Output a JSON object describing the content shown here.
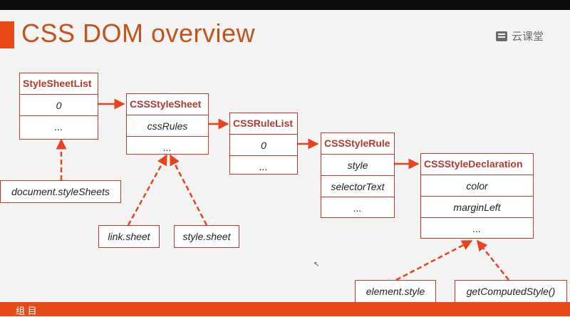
{
  "slide": {
    "title": "CSS DOM overview",
    "brand": "云课堂",
    "bottom_text": "组 目"
  },
  "boxes": {
    "stylesheetlist": {
      "header": "StyleSheetList",
      "rows": [
        "0",
        "..."
      ]
    },
    "cssstylesheet": {
      "header": "CSSStyleSheet",
      "rows": [
        "cssRules",
        "..."
      ]
    },
    "cssrulelist": {
      "header": "CSSRuleList",
      "rows": [
        "0",
        "..."
      ]
    },
    "cssstylerule": {
      "header": "CSSStyleRule",
      "rows": [
        "style",
        "selectorText",
        "..."
      ]
    },
    "cssstyledeclaration": {
      "header": "CSSStyleDeclaration",
      "rows": [
        "color",
        "marginLeft",
        "..."
      ]
    }
  },
  "sources": {
    "document_stylesheets": "document.styleSheets",
    "link_sheet": "link.sheet",
    "style_sheet": "style.sheet",
    "element_style": "element.style",
    "get_computed_style": "getComputedStyle()"
  },
  "colors": {
    "accent": "#e64a19",
    "title": "#c1531b",
    "border": "#c0392b",
    "arrow": "#e8431c"
  }
}
